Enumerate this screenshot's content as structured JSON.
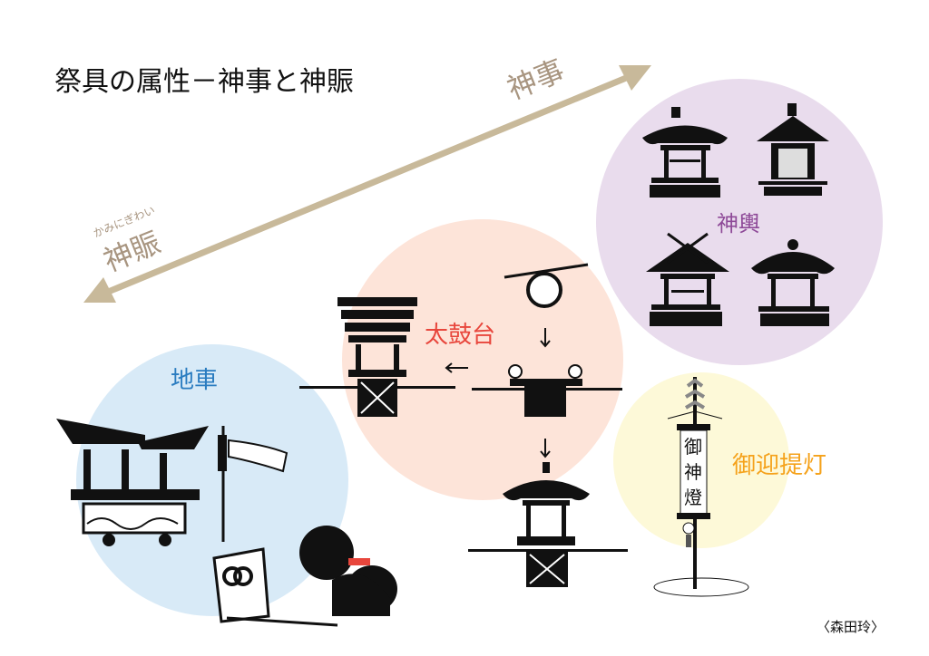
{
  "title": "祭具の属性－神事と神賑",
  "axis": {
    "top_label": "神事",
    "bottom_label": "神賑",
    "bottom_ruby": "かみにぎわい",
    "color": "#c8b99a",
    "text_color": "#a89580"
  },
  "groups": {
    "mikoshi": {
      "label": "神輿",
      "color": "#8e4a98",
      "fill": "#e9dced"
    },
    "taikodai": {
      "label": "太鼓台",
      "color": "#e8463c",
      "fill": "#fde4d9"
    },
    "danjiri": {
      "label": "地車",
      "color": "#2a7cc0",
      "fill": "#d8eaf7"
    },
    "chochin": {
      "label": "御迎提灯",
      "color": "#f5a21b",
      "fill": "#fdf9d8"
    }
  },
  "lantern_text": [
    "御",
    "神",
    "燈"
  ],
  "credit": "〈森田玲〉"
}
